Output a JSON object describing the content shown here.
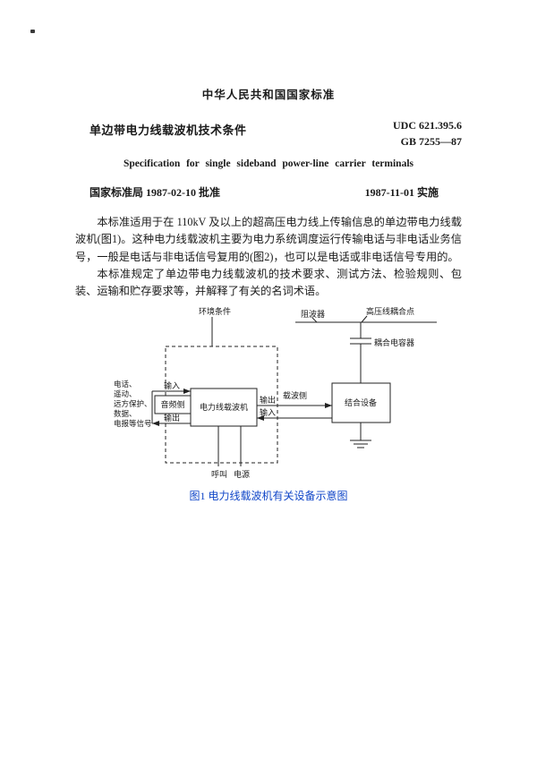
{
  "doc": {
    "header_title": "中华人民共和国国家标准",
    "title_cn": "单边带电力线载波机技术条件",
    "udc": "UDC 621.395.6",
    "standard_no": "GB 7255—87",
    "title_en": "Specification for single sideband power-line carrier terminals",
    "approved_by": "国家标准局 1987-02-10 批准",
    "implemented": "1987-11-01 实施",
    "paragraphs": [
      "本标准适用于在 110kV 及以上的超高压电力线上传输信息的单边带电力线载波机(图1)。这种电力线载波机主要为电力系统调度运行传输电话与非电话业务信号，一般是电话与非电话信号复用的(图2)，也可以是电话或非电话信号专用的。",
      "本标准规定了单边带电力线载波机的技术要求、测试方法、检验规则、包装、运输和贮存要求等，并解释了有关的名词术语。"
    ]
  },
  "figure": {
    "env_conditions": "环境条件",
    "line_trap": "阻波器",
    "hv_coupling_point": "高压线耦合点",
    "coupling_capacitor": "耦合电容器",
    "signals": [
      "电话、",
      "遥动、",
      "远方保护、",
      "数据、",
      "电报等信号"
    ],
    "audio_side": "音频侧",
    "input_left": "输入",
    "output_left": "输出",
    "carrier_machine": "电力线载波机",
    "output_right": "输出",
    "input_right": "输入",
    "carrier_side": "载波侧",
    "coupling_equipment": "结合设备",
    "call": "呼叫",
    "power": "电源",
    "caption": "图1  电力线载波机有关设备示意图"
  },
  "colors": {
    "caption_blue": "#1046c8",
    "ink": "#1a1a1a"
  }
}
